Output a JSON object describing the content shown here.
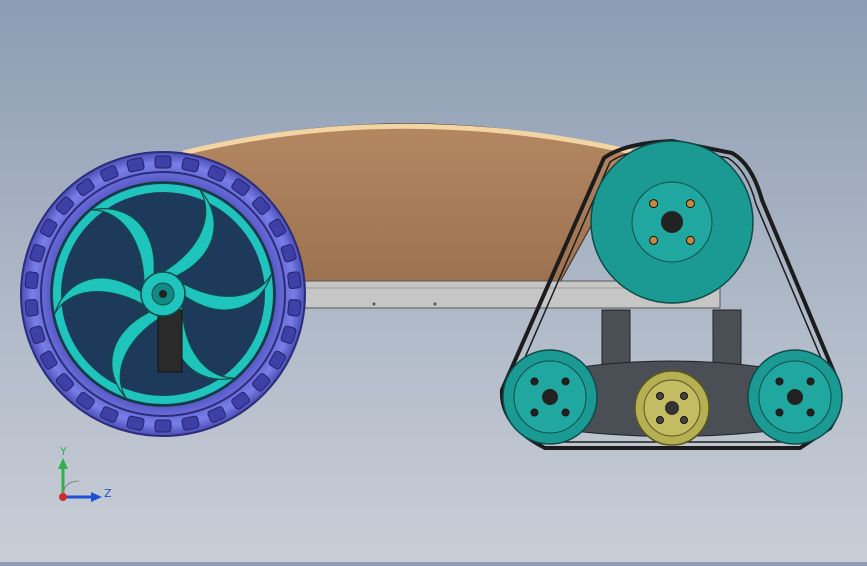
{
  "viewport": {
    "background_top": "#8d9cb3",
    "background_bottom": "#c9ced6"
  },
  "model": {
    "body_color": "#a87d5a",
    "body_edge_color": "#f2d5a3",
    "chassis_color": "#c6c6c6",
    "tire_color": "#6f72e0",
    "rim_color": "#1fc4bc",
    "pulley_color": "#1a9a93",
    "idler_color": "#b7b053",
    "belt_color": "#1c1c1c",
    "bracket_color": "#4a4f55",
    "spoke_count": 6,
    "tread_count": 30,
    "bolt_count": 4
  },
  "triad": {
    "y_label": "Y",
    "z_label": "Z",
    "y_color": "#2db34a",
    "z_color": "#1f4fd6",
    "x_color": "#d42a2a",
    "icon": "coordinate-triad-icon"
  }
}
